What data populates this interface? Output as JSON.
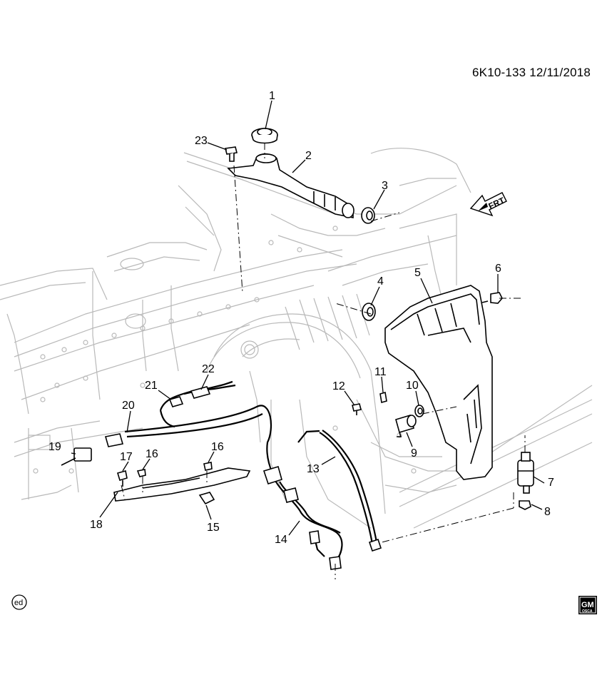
{
  "header": {
    "doc_id": "6K10-133  12/11/2018"
  },
  "direction_label": "FRT",
  "footer": {
    "ed_badge": "ed",
    "gm_logo": "GM",
    "gm_logo_sub": "OSCA"
  },
  "callouts": [
    {
      "id": "1",
      "label": "1"
    },
    {
      "id": "2",
      "label": "2"
    },
    {
      "id": "3",
      "label": "3"
    },
    {
      "id": "4",
      "label": "4"
    },
    {
      "id": "5",
      "label": "5"
    },
    {
      "id": "6",
      "label": "6"
    },
    {
      "id": "7",
      "label": "7"
    },
    {
      "id": "8",
      "label": "8"
    },
    {
      "id": "9",
      "label": "9"
    },
    {
      "id": "10",
      "label": "10"
    },
    {
      "id": "11",
      "label": "11"
    },
    {
      "id": "12",
      "label": "12"
    },
    {
      "id": "13",
      "label": "13"
    },
    {
      "id": "14",
      "label": "14"
    },
    {
      "id": "15",
      "label": "15"
    },
    {
      "id": "16a",
      "label": "16"
    },
    {
      "id": "16b",
      "label": "16"
    },
    {
      "id": "17",
      "label": "17"
    },
    {
      "id": "18",
      "label": "18"
    },
    {
      "id": "19",
      "label": "19"
    },
    {
      "id": "20",
      "label": "20"
    },
    {
      "id": "21",
      "label": "21"
    },
    {
      "id": "22",
      "label": "22"
    },
    {
      "id": "23",
      "label": "23"
    }
  ]
}
